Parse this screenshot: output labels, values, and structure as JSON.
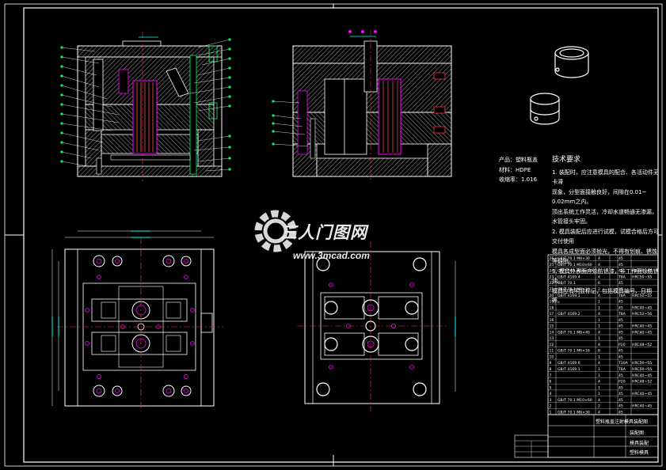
{
  "product": {
    "name_line": "产品：塑料瓶盖",
    "material_line": "材料：HDPE",
    "shrink_line": "收缩率：1.016"
  },
  "tech_requirements": {
    "title": "技术要求",
    "items": [
      "1. 装配时，应注意模具的配合、各活动件无卡滞",
      "现象，分型面接触良好，间隙在0.01~",
      "0.02mm之内。",
      "顶出系统工作灵活，冷却水道畅通无渗漏，水管接头牢固。",
      "2. 模具装配后应进行试模，试模合格后方可交付使用",
      "模具各成型面必须抛光，不得有划痕、锈蚀等缺陷。",
      "3. 模具外表面应涂防锈漆，非工作面涂防锈油。",
      "模具应有明显标记，包括模具编号、日期等。"
    ]
  },
  "watermark": {
    "brand": "三人门图网",
    "url": "www.3mcad.com"
  },
  "title_block": {
    "main_label": "塑料瓶盖注射模具装配图",
    "right_label_1": "装配图",
    "right_label_2": "模具装配",
    "right_label_3": "塑料模具"
  },
  "bom_rows": [
    {
      "spec": "GB/T 70.1 M8×30",
      "qty": "4",
      "mat": "45",
      "note": ""
    },
    {
      "spec": "GB/T 70.1 M10×60",
      "qty": "4",
      "mat": "45",
      "note": ""
    },
    {
      "spec": "GB/T 70.1 M10×100",
      "qty": "4",
      "mat": "45",
      "note": "HRC40~45"
    },
    {
      "spec": "GB/T 4169.4",
      "qty": "4",
      "mat": "T8A",
      "note": "HRC50~55"
    },
    {
      "spec": "GB/T 70.1",
      "qty": "6",
      "mat": "45",
      "note": ""
    },
    {
      "spec": "GB/T 70.1 M6×20",
      "qty": "2",
      "mat": "45",
      "note": ""
    },
    {
      "spec": "GB/T 4169.1",
      "qty": "4",
      "mat": "T8A",
      "note": "HRC50~55"
    },
    {
      "spec": "",
      "qty": "1",
      "mat": "45",
      "note": ""
    },
    {
      "spec": "",
      "qty": "1",
      "mat": "45",
      "note": "HRC40~45"
    },
    {
      "spec": "GB/T 4169.2",
      "qty": "4",
      "mat": "T8A",
      "note": "HRC52~56"
    },
    {
      "spec": "",
      "qty": "1",
      "mat": "45",
      "note": ""
    },
    {
      "spec": "",
      "qty": "1",
      "mat": "45",
      "note": "HRC40~45"
    },
    {
      "spec": "GB/T 70.1 M8×40",
      "qty": "4",
      "mat": "45",
      "note": "HRC40~45"
    },
    {
      "spec": "",
      "qty": "1",
      "mat": "45",
      "note": ""
    },
    {
      "spec": "",
      "qty": "4",
      "mat": "P20",
      "note": "HRC48~52"
    },
    {
      "spec": "GB/T 70.1 M6×16",
      "qty": "8",
      "mat": "45",
      "note": ""
    },
    {
      "spec": "",
      "qty": "1",
      "mat": "45",
      "note": ""
    },
    {
      "spec": "GB/T 4169.6",
      "qty": "4",
      "mat": "T10A",
      "note": "HRC50~55"
    },
    {
      "spec": "GB/T 4169.1",
      "qty": "1",
      "mat": "T8A",
      "note": "HRC50~55"
    },
    {
      "spec": "",
      "qty": "1",
      "mat": "45",
      "note": "HRC40~45"
    },
    {
      "spec": "",
      "qty": "4",
      "mat": "P20",
      "note": "HRC48~52"
    },
    {
      "spec": "",
      "qty": "1",
      "mat": "45",
      "note": ""
    },
    {
      "spec": "",
      "qty": "1",
      "mat": "45",
      "note": "HRC40~45"
    },
    {
      "spec": "GB/T 70.1 M10×60",
      "qty": "4",
      "mat": "45",
      "note": ""
    },
    {
      "spec": "",
      "qty": "2",
      "mat": "45",
      "note": "HRC40~45"
    },
    {
      "spec": "GB/T 70.1 M8×30",
      "qty": "4",
      "mat": "45",
      "note": ""
    }
  ],
  "colors": {
    "line": "#ffffff",
    "hatch": "#9a9a9a",
    "dim": "#00ffff",
    "center": "#ff3030",
    "accent": "#ff00ff",
    "leader": "#00ff66"
  }
}
